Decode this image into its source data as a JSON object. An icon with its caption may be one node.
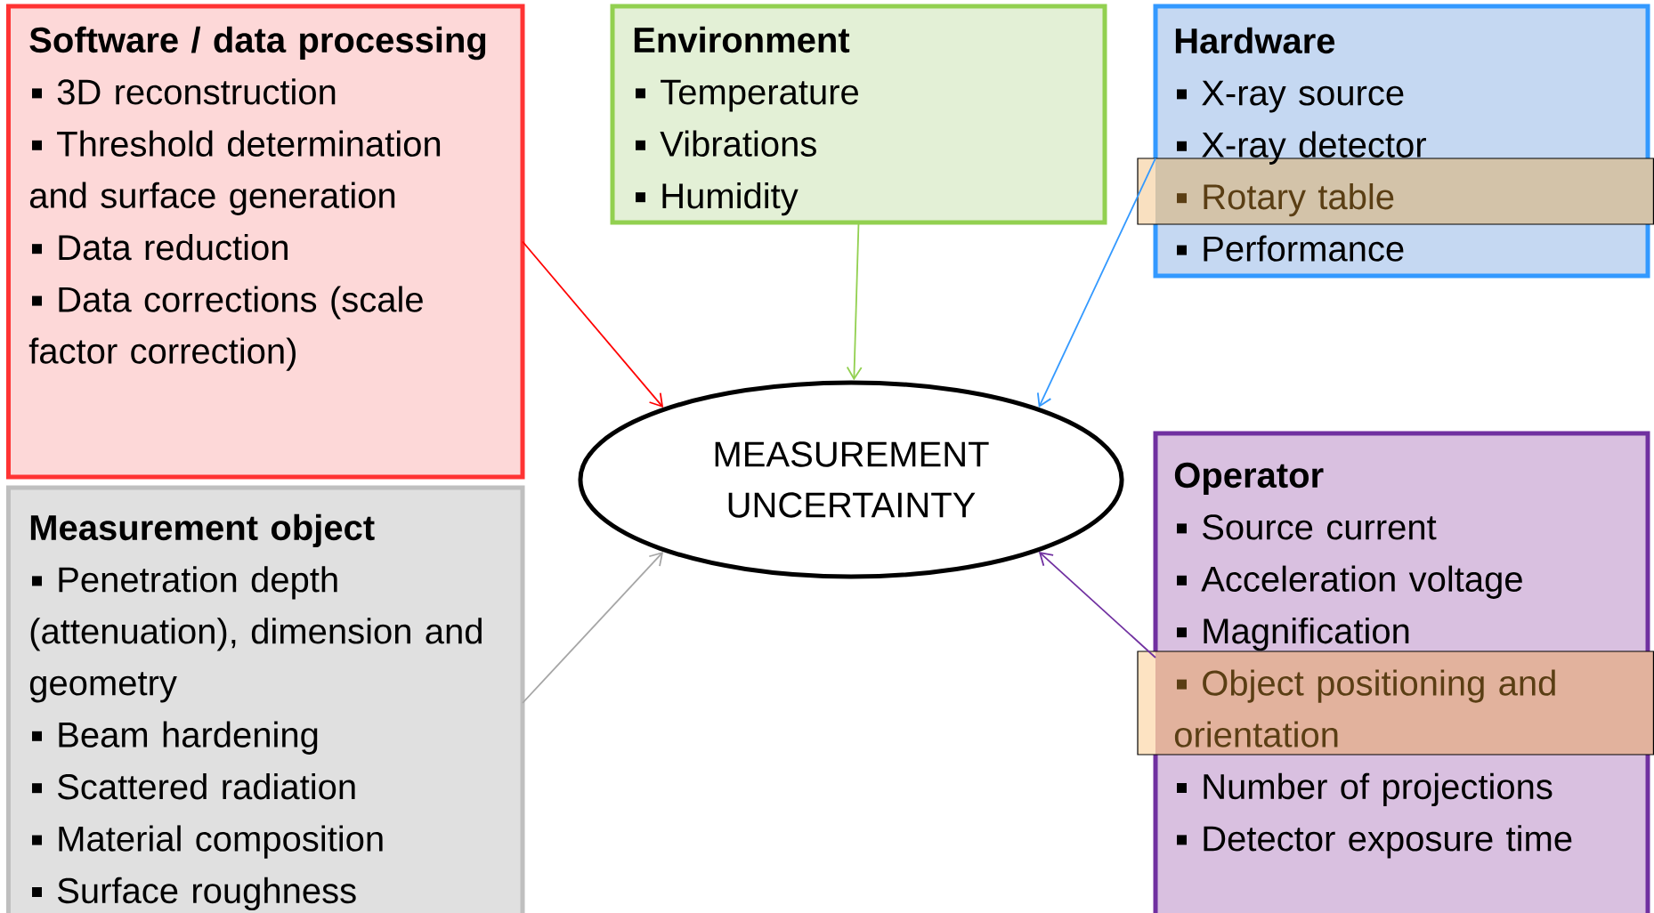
{
  "diagram": {
    "nodes": [
      {
        "text": [
          "Software / data processing",
          "3D reconstruction",
          "Threshold determination and surface generation",
          "Data reduction",
          "Data corrections (scale factor correction)"
        ]
      },
      {
        "text": [
          "Environment",
          "Temperature",
          "Vibrations",
          "Humidity"
        ]
      },
      {
        "text": [
          "Hardware",
          "X-ray source",
          "X-ray detector",
          "Rotary table",
          "Performance"
        ]
      },
      {
        "text": [
          "MEASUREMENT UNCERTAINTY"
        ]
      },
      {
        "text": [
          "Measurement object",
          "Penetration depth (attenuation), dimension and geometry",
          "Beam hardening",
          "Scattered radiation",
          "Material composition",
          "Surface roughness"
        ]
      },
      {
        "text": [
          "Operator",
          "Source current",
          "Acceleration voltage",
          "Magnification",
          "Object positioning and orientation",
          "Number of projections",
          "Detector exposure time"
        ]
      }
    ],
    "edges": [
      {
        "from": 0,
        "to": 3,
        "arrow": "to",
        "color": "#ff0000"
      },
      {
        "from": 1,
        "to": 3,
        "arrow": "to",
        "color": "#92d050"
      },
      {
        "from": 2,
        "to": 3,
        "arrow": "to",
        "color": "#3399ff"
      },
      {
        "from": 4,
        "to": 3,
        "arrow": "to",
        "color": "#a6a6a6"
      },
      {
        "from": 5,
        "to": 3,
        "arrow": "to",
        "color": "#7030a0"
      }
    ]
  }
}
